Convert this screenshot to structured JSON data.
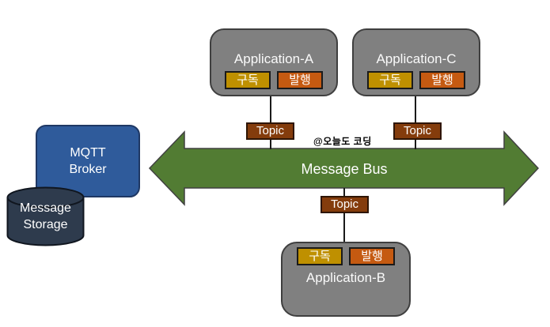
{
  "watermark": "@오늘도 코딩",
  "bus": {
    "label": "Message Bus"
  },
  "broker": {
    "line1": "MQTT",
    "line2": "Broker"
  },
  "storage": {
    "line1": "Message",
    "line2": "Storage"
  },
  "topics": {
    "a": "Topic",
    "b": "Topic",
    "c": "Topic"
  },
  "apps": {
    "a": {
      "title": "Application-A",
      "subscribe": "구독",
      "publish": "발행"
    },
    "b": {
      "title": "Application-B",
      "subscribe": "구독",
      "publish": "발행"
    },
    "c": {
      "title": "Application-C",
      "subscribe": "구독",
      "publish": "발행"
    }
  },
  "colors": {
    "app_gray": "#808080",
    "app_border": "#3F3F3F",
    "subscribe_gold": "#BF9000",
    "publish_orange": "#C55A11",
    "chip_border": "#1A1A1A",
    "topic_brown": "#843C0C",
    "topic_border": "#2E1503",
    "bus_green": "#527C33",
    "bus_border": "#404040",
    "broker_blue": "#2F5B9B",
    "broker_border": "#1F3864",
    "storage_navy": "#2E3B4D",
    "storage_border": "#10161F",
    "line_black": "#1A1A1A"
  }
}
